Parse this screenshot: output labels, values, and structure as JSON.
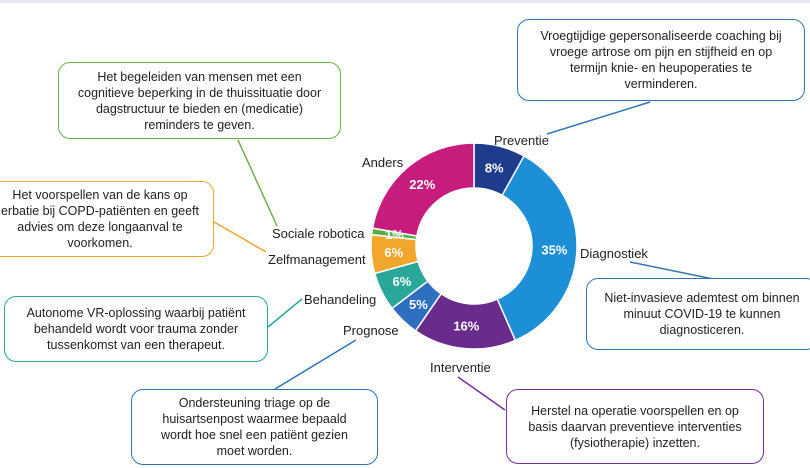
{
  "chart_data": {
    "type": "pie",
    "donut": true,
    "categories": [
      "Preventie",
      "Diagnostiek",
      "Interventie",
      "Prognose",
      "Behandeling",
      "Zelfmanagement",
      "Sociale robotica",
      "Anders"
    ],
    "values": [
      8,
      35,
      16,
      5,
      6,
      6,
      1,
      22
    ],
    "value_labels": [
      "8%",
      "35%",
      "16%",
      "5%",
      "6%",
      "6%",
      "1%",
      "22%"
    ],
    "colors": [
      "#1f3b8c",
      "#1c8fd6",
      "#6a2c8c",
      "#2f6fc0",
      "#2ba79a",
      "#f0a72c",
      "#55b046",
      "#c61c7e"
    ]
  },
  "callouts": {
    "preventie": {
      "lines": [
        "Vroegtijdige gepersonaliseerde coaching bij",
        "vroege artrose om pijn en stijfheid en op",
        "termijn knie- en heupoperaties te",
        "verminderen."
      ],
      "color": "#2e75b6"
    },
    "sociale_robotica": {
      "lines": [
        "Het begeleiden van mensen met een",
        "cognitieve beperking in de thuissituatie door",
        "dagstructuur te bieden en (medicatie)",
        "reminders te geven."
      ],
      "color": "#70ad47"
    },
    "zelfmanagement": {
      "lines": [
        "Het voorspellen van de kans op",
        "erbatie bij COPD-patiënten en geeft",
        "advies om deze longaanval te",
        "voorkomen."
      ],
      "color": "#f0a72c"
    },
    "behandeling": {
      "lines": [
        "Autonome VR-oplossing waarbij patiënt",
        "behandeld wordt voor trauma zonder",
        "tussenkomst van een therapeut."
      ],
      "color": "#2ba79a"
    },
    "prognose": {
      "lines": [
        "Ondersteuning triage op de",
        "huisartsenpost waarmee bepaald",
        "wordt hoe snel een patiënt gezien",
        "moet worden."
      ],
      "color": "#2e75b6"
    },
    "diagnostiek": {
      "lines": [
        "Niet-invasieve ademtest om binnen",
        "minuut COVID-19 te kunnen",
        "diagnosticeren."
      ],
      "color": "#2e75b6"
    },
    "interventie": {
      "lines": [
        "Herstel na operatie voorspellen en op",
        "basis daarvan preventieve interventies",
        "(fysiotherapie) inzetten."
      ],
      "color": "#7030a0"
    }
  }
}
